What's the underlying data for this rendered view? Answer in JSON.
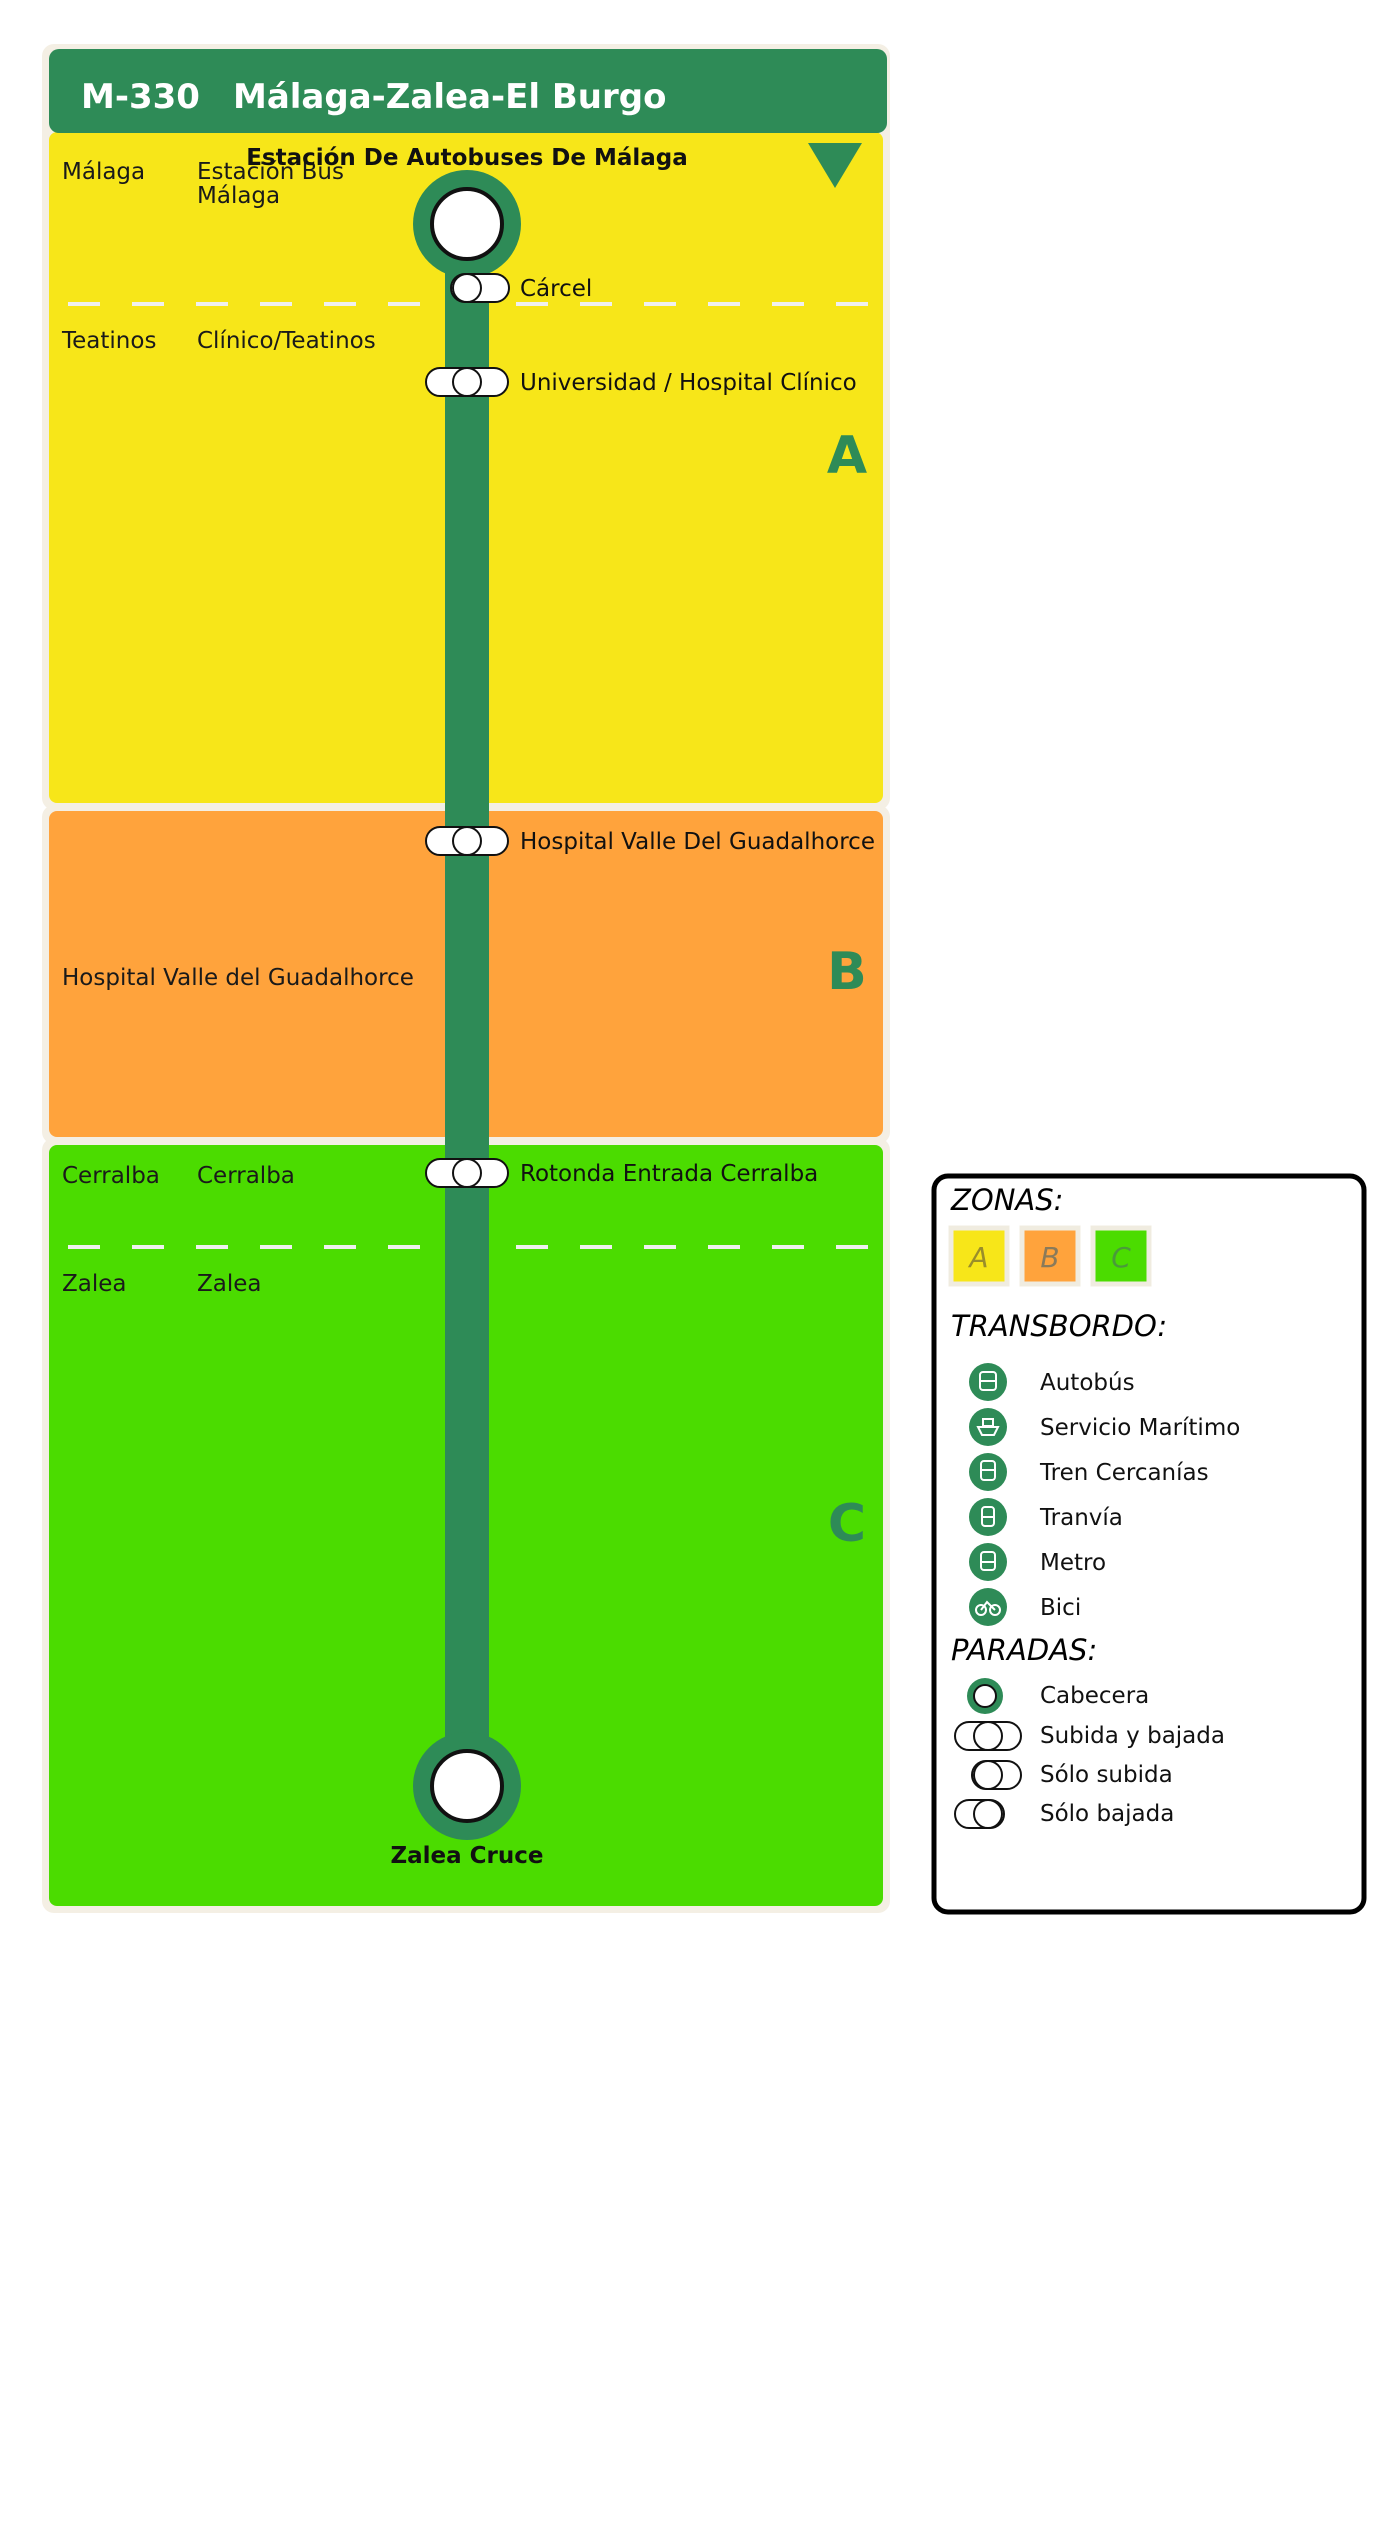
{
  "header": {
    "line_code": "M-330",
    "line_name": "Málaga-Zalea-El Burgo"
  },
  "colors": {
    "line_green": "#2e8b57",
    "zone_a": "#f7e619",
    "zone_b": "#ffa33c",
    "zone_c": "#4bdc00"
  },
  "direction_icon": "triangle-down-icon",
  "zones": [
    {
      "letter": "A",
      "color": "#f7e619"
    },
    {
      "letter": "B",
      "color": "#ffa33c"
    },
    {
      "letter": "C",
      "color": "#4bdc00"
    }
  ],
  "localities": [
    {
      "municipio": "Málaga",
      "nucleo_lines": [
        "Estación Bus",
        "Málaga"
      ]
    },
    {
      "municipio": "Teatinos",
      "nucleo_lines": [
        "Clínico/Teatinos"
      ]
    },
    {
      "municipio": "",
      "nucleo_lines": [
        "Hospital Valle del Guadalhorce"
      ]
    },
    {
      "municipio": "Cerralba",
      "nucleo_lines": [
        "Cerralba"
      ]
    },
    {
      "municipio": "Zalea",
      "nucleo_lines": [
        "Zalea"
      ]
    }
  ],
  "stops": [
    {
      "name": "Estación De Autobuses De Málaga",
      "type": "cabecera"
    },
    {
      "name": "Cárcel",
      "type": "subida"
    },
    {
      "name": "Universidad / Hospital Clínico",
      "type": "subida-bajada"
    },
    {
      "name": "Hospital Valle Del Guadalhorce",
      "type": "subida-bajada"
    },
    {
      "name": "Rotonda Entrada Cerralba",
      "type": "subida-bajada"
    },
    {
      "name": "Zalea Cruce",
      "type": "cabecera"
    }
  ],
  "legend": {
    "zones_title": "ZONAS:",
    "zones": [
      "A",
      "B",
      "C"
    ],
    "transfer_title": "TRANSBORDO:",
    "transfers": [
      {
        "label": "Autobús",
        "icon": "bus-icon"
      },
      {
        "label": "Servicio Marítimo",
        "icon": "ship-icon"
      },
      {
        "label": "Tren Cercanías",
        "icon": "train-icon"
      },
      {
        "label": "Tranvía",
        "icon": "tram-icon"
      },
      {
        "label": "Metro",
        "icon": "metro-icon"
      },
      {
        "label": "Bici",
        "icon": "bike-icon"
      }
    ],
    "stops_title": "PARADAS:",
    "stop_types": [
      {
        "label": "Cabecera",
        "icon": "cabecera-icon"
      },
      {
        "label": "Subida y bajada",
        "icon": "subida-bajada-icon"
      },
      {
        "label": "Sólo subida",
        "icon": "solo-subida-icon"
      },
      {
        "label": "Sólo bajada",
        "icon": "solo-bajada-icon"
      }
    ]
  }
}
